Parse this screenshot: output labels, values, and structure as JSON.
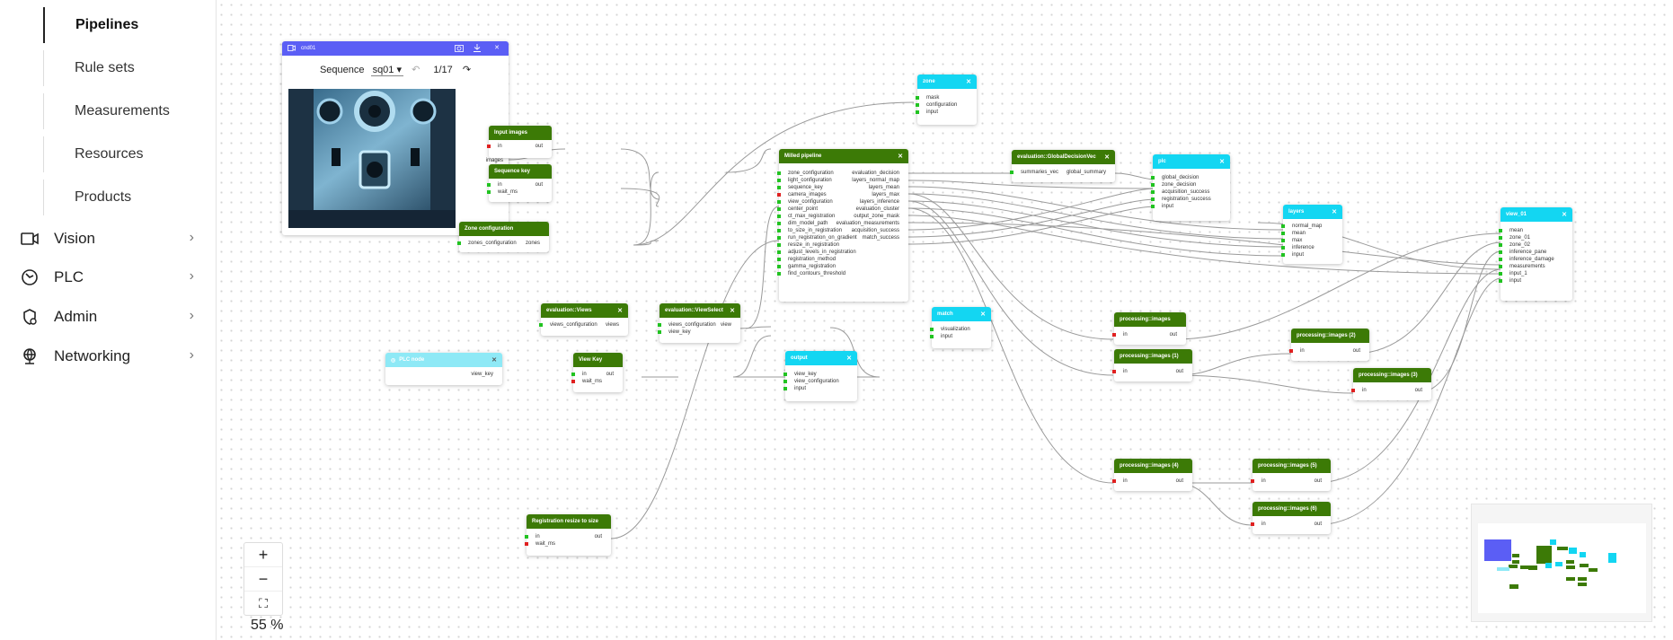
{
  "sidebar": {
    "sub_items": [
      "Pipelines",
      "Rule sets",
      "Measurements",
      "Resources",
      "Products"
    ],
    "active": "Pipelines",
    "main_items": [
      {
        "label": "Vision",
        "icon": "camera-icon"
      },
      {
        "label": "PLC",
        "icon": "plc-icon"
      },
      {
        "label": "Admin",
        "icon": "admin-icon"
      },
      {
        "label": "Networking",
        "icon": "network-icon"
      }
    ]
  },
  "camera": {
    "title": "cnd01",
    "sequence_label": "Sequence",
    "sequence_value": "sq01",
    "counter": "1/17",
    "output_port": "images"
  },
  "nodes": {
    "input_images": {
      "title": "Input images",
      "ports": [
        "in",
        "out"
      ]
    },
    "sequence_key": {
      "title": "Sequence key",
      "ports": [
        "in",
        "out",
        "wait_ms"
      ]
    },
    "zone_configuration": {
      "title": "Zone configuration",
      "ports": [
        "zones_configuration",
        "zones"
      ]
    },
    "milled_pipeline": {
      "title": "Milled pipeline",
      "inputs": [
        "zone_configuration",
        "light_configuration",
        "sequence_key",
        "camera_images",
        "view_configuration",
        "center_point",
        "ct_max_registration",
        "dim_model_path",
        "to_size_in_registration",
        "run_registration_on_gradient",
        "resize_in_registration",
        "adjust_levels_in_registration",
        "registration_method",
        "gamma_registration",
        "find_contours_threshold"
      ],
      "outputs": [
        "evaluation_decision",
        "layers_normal_map",
        "layers_mean",
        "layers_max",
        "layers_inference",
        "evaluation_cluster",
        "output_zone_mask",
        "evaluation_measurements",
        "acquisition_success",
        "match_success"
      ]
    },
    "zone": {
      "title": "zone",
      "ports": [
        "mask",
        "configuration",
        "input"
      ]
    },
    "global_decision": {
      "title": "evaluation::GlobalDecisionVec",
      "ports": [
        "summaries_vec",
        "global_summary"
      ]
    },
    "plc": {
      "title": "plc",
      "ports": [
        "global_decision",
        "zone_decision",
        "acquisition_success",
        "registration_success",
        "input"
      ]
    },
    "layers": {
      "title": "layers",
      "ports": [
        "normal_map",
        "mean",
        "max",
        "inference",
        "input"
      ]
    },
    "view_01": {
      "title": "view_01",
      "ports": [
        "mean",
        "zone_01",
        "zone_02",
        "inference_pane",
        "inference_damage",
        "measurements",
        "input_1",
        "input"
      ]
    },
    "eval_views": {
      "title": "evaluation::Views",
      "ports": [
        "views_configuration",
        "views"
      ]
    },
    "eval_viewselect": {
      "title": "evaluation::ViewSelect",
      "ports": [
        "views_configuration",
        "view",
        "view_key"
      ]
    },
    "plc_node": {
      "title": "PLC node",
      "ports": [
        "view_key"
      ]
    },
    "view_key": {
      "title": "View Key",
      "ports": [
        "in",
        "out",
        "wait_ms"
      ]
    },
    "output": {
      "title": "output",
      "ports": [
        "view_key",
        "view_configuration",
        "input"
      ]
    },
    "match": {
      "title": "match",
      "ports": [
        "visualization",
        "input"
      ]
    },
    "proc_0": {
      "title": "processing::images",
      "ports": [
        "in",
        "out"
      ]
    },
    "proc_1": {
      "title": "processing::images (1)",
      "ports": [
        "in",
        "out"
      ]
    },
    "proc_2": {
      "title": "processing::images (2)",
      "ports": [
        "in",
        "out"
      ]
    },
    "proc_3": {
      "title": "processing::images (3)",
      "ports": [
        "in",
        "out"
      ]
    },
    "proc_4": {
      "title": "processing::images (4)",
      "ports": [
        "in",
        "out"
      ]
    },
    "proc_5": {
      "title": "processing::images (5)",
      "ports": [
        "in",
        "out"
      ]
    },
    "proc_6": {
      "title": "processing::images (6)",
      "ports": [
        "in",
        "out"
      ]
    },
    "reg_resize": {
      "title": "Registration resize to size",
      "ports": [
        "in",
        "out",
        "wait_ms"
      ]
    }
  },
  "zoom": {
    "plus": "+",
    "minus": "−",
    "fit": "⛶",
    "level": "55 %"
  },
  "colors": {
    "green": "#3c7a06",
    "cyan": "#13d6f2",
    "blue": "#5b5ef5",
    "light_cyan": "#8ee9f6",
    "port_green": "#21c321",
    "port_red": "#e02020"
  }
}
